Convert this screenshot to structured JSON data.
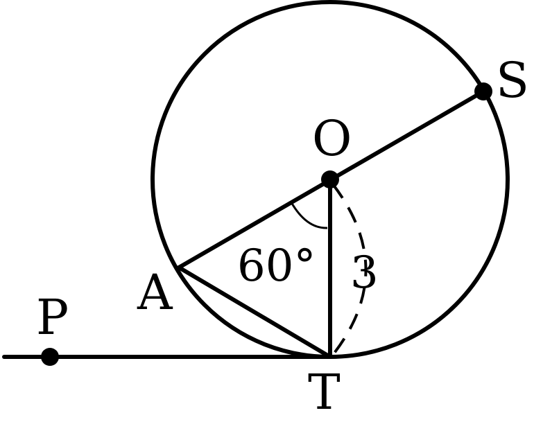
{
  "diagram": {
    "points": {
      "O": "O",
      "S": "S",
      "A": "A",
      "P": "P",
      "T": "T"
    },
    "angle_label": "60°",
    "length_label": "3",
    "colors": {
      "stroke": "#000000",
      "background": "#ffffff"
    }
  }
}
